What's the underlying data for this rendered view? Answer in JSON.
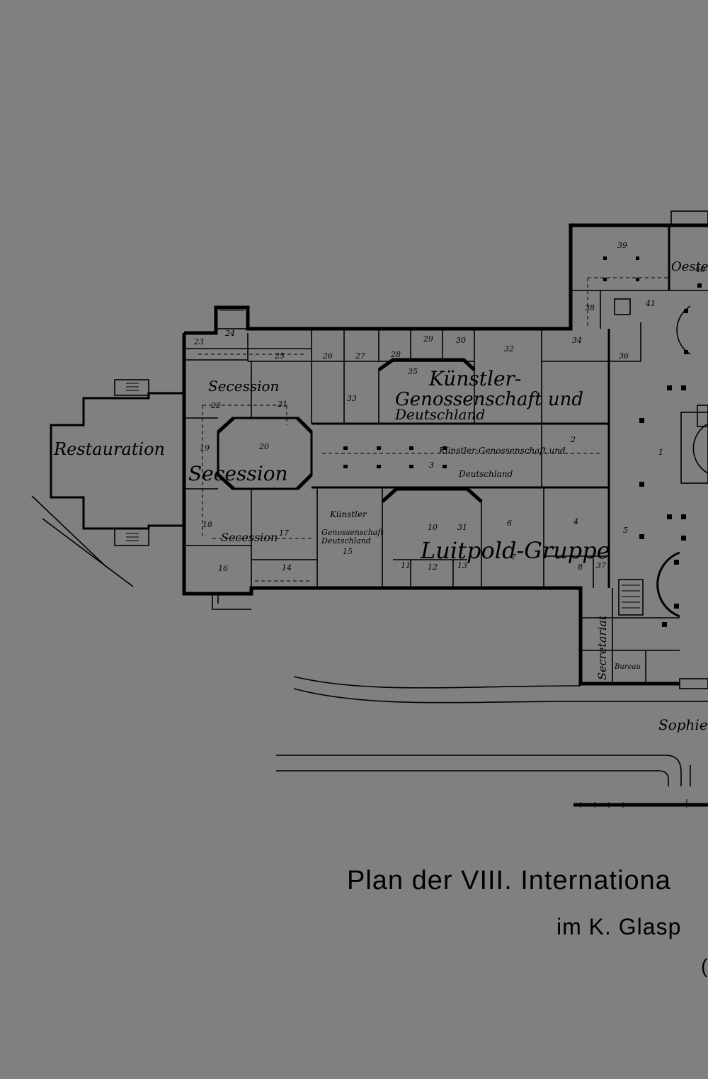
{
  "plan": {
    "halls": {
      "restauration": "Restauration",
      "secession_top": "Secession",
      "secession_main": "Secession",
      "secession_bottom": "Secession",
      "kuenstler_top_1": "Künstler-",
      "kuenstler_top_2": "Genossenschaft und",
      "kuenstler_top_3": "Deutschland",
      "kuenstler_mid_1": "Künstler-Genossenschaft und",
      "kuenstler_mid_2": "Deutschland",
      "kuenstler_small_1": "Künstler",
      "kuenstler_small_2": "Genossenschaft",
      "kuenstler_small_3": "Deutschland",
      "luitpold": "Luitpold-Gruppe",
      "oesterreich": "Oeste",
      "secretariat": "Secretariat",
      "bureau": "Bureau",
      "sophienstrasse": "Sophie"
    },
    "room_numbers": [
      "1",
      "2",
      "3",
      "4",
      "5",
      "6",
      "7",
      "8",
      "10",
      "11",
      "12",
      "13",
      "14",
      "15",
      "16",
      "17",
      "18",
      "19",
      "20",
      "21",
      "22",
      "23",
      "24",
      "25",
      "26",
      "27",
      "28",
      "29",
      "30",
      "31",
      "32",
      "33",
      "34",
      "35",
      "36",
      "37",
      "38",
      "39",
      "40",
      "41"
    ]
  },
  "caption": {
    "line1": "Plan der VIII. Internationa",
    "line2": "im K. Glasp",
    "line3": "("
  }
}
